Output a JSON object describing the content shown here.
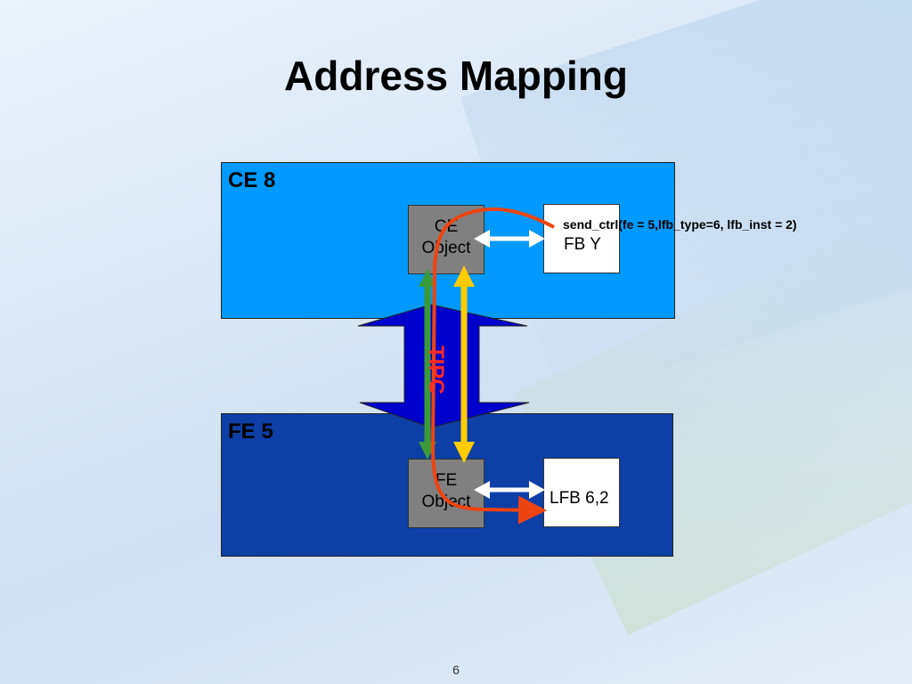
{
  "title": "Address Mapping",
  "ce_panel": {
    "label": "CE 8"
  },
  "fe_panel": {
    "label": "FE 5"
  },
  "ce_object": {
    "line1": "CE",
    "line2": "Object"
  },
  "fe_object": {
    "line1": "FE",
    "line2": "Object"
  },
  "fb_box": {
    "label": "FB Y"
  },
  "lfb_box": {
    "label": "LFB 6,2"
  },
  "call_label": "send_ctrl(fe = 5,lfb_type=6, lfb_inst = 2)",
  "channel_label": "TIPC",
  "page_number": "6",
  "colors": {
    "ce_panel": "#0099ff",
    "fe_panel": "#0d3fa6",
    "object_box": "#808080",
    "channel_arrow": "#0000cc",
    "path_arrow": "#ee4411",
    "green_arrow": "#3a9a3a",
    "yellow_arrow": "#ffcc00",
    "tipc_text": "#ff2a2a"
  }
}
